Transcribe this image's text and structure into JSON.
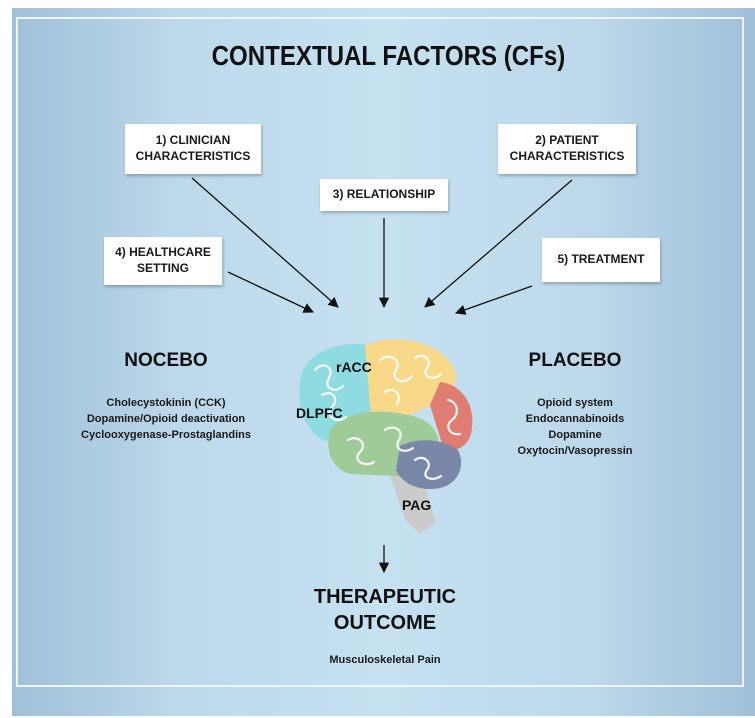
{
  "title": "CONTEXTUAL FACTORS (CFs)",
  "factors": [
    {
      "label": "1) CLINICIAN\nCHARACTERISTICS"
    },
    {
      "label": "2) PATIENT\nCHARACTERISTICS"
    },
    {
      "label": "3) RELATIONSHIP"
    },
    {
      "label": "4) HEALTHCARE\nSETTING"
    },
    {
      "label": "5) TREATMENT"
    }
  ],
  "nocebo": {
    "title": "NOCEBO",
    "items": [
      "Cholecystokinin (CCK)",
      "Dopamine/Opioid deactivation",
      "Cyclooxygenase-Prostaglandins"
    ]
  },
  "placebo": {
    "title": "PLACEBO",
    "items": [
      "Opioid system",
      "Endocannabinoids",
      "Dopamine",
      "Oxytocin/Vasopressin"
    ]
  },
  "brain": {
    "labels": {
      "racc": "rACC",
      "dlpfc": "DLPFC",
      "pag": "PAG"
    },
    "colors": {
      "cyan": "#8fdbe2",
      "yellow": "#f8d98a",
      "red": "#e07d72",
      "green": "#9fcb98",
      "navy": "#7b87a8",
      "stem": "#c9c9c9"
    }
  },
  "outcome": {
    "title_line1": "THERAPEUTIC",
    "title_line2": "OUTCOME",
    "subtitle": "Musculoskeletal Pain"
  }
}
